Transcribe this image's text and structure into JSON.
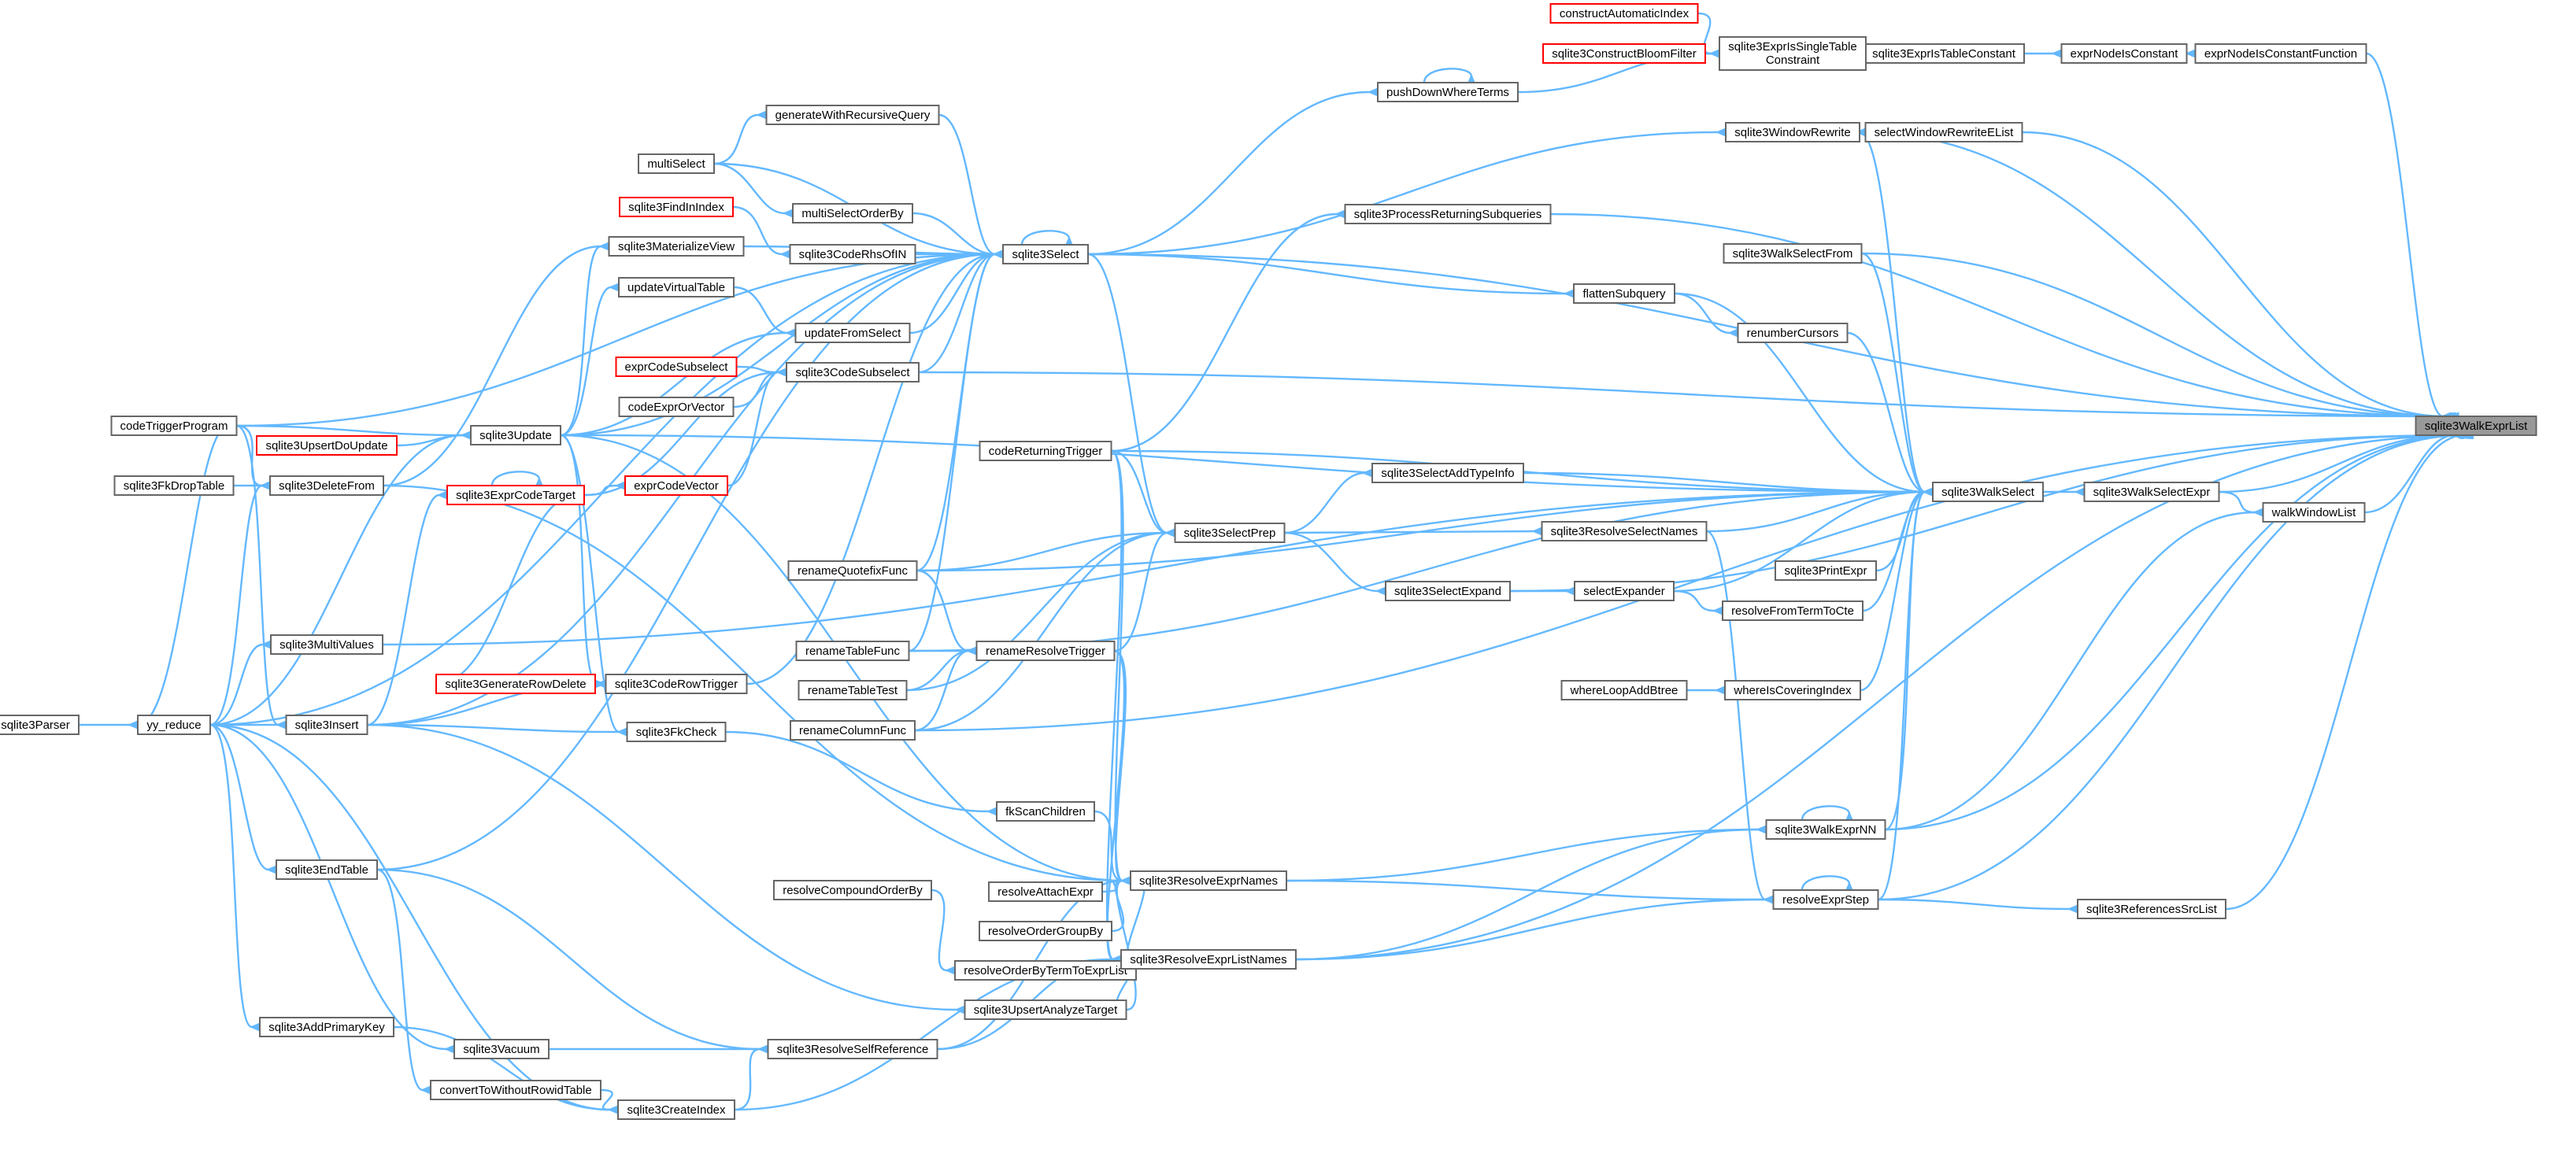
{
  "graph": {
    "root": "sqlite3WalkExprList",
    "colors": {
      "edge": "#63b8ff",
      "node_border": "#666666",
      "truncated_border": "#ff0000",
      "root_fill": "#999999"
    },
    "nodes": [
      {
        "id": "root",
        "label": "sqlite3WalkExprList",
        "kind": "root"
      },
      {
        "id": "exprNodeIsConstantFunction",
        "label": "exprNodeIsConstantFunction"
      },
      {
        "id": "exprNodeIsConstant",
        "label": "exprNodeIsConstant"
      },
      {
        "id": "sqlite3ExprIsTableConstant",
        "label": "sqlite3ExprIsTableConstant"
      },
      {
        "id": "sqlite3ExprIsSingleTableConstraint",
        "label": "sqlite3ExprIsSingleTable Constraint"
      },
      {
        "id": "constructAutomaticIndex",
        "label": "constructAutomaticIndex",
        "kind": "red"
      },
      {
        "id": "sqlite3ConstructBloomFilter",
        "label": "sqlite3ConstructBloomFilter",
        "kind": "red"
      },
      {
        "id": "pushDownWhereTerms",
        "label": "pushDownWhereTerms"
      },
      {
        "id": "sqlite3WindowRewrite",
        "label": "sqlite3WindowRewrite"
      },
      {
        "id": "selectWindowRewriteEList",
        "label": "selectWindowRewriteEList"
      },
      {
        "id": "generateWithRecursiveQuery",
        "label": "generateWithRecursiveQuery"
      },
      {
        "id": "multiSelect",
        "label": "multiSelect"
      },
      {
        "id": "sqlite3FindInIndex",
        "label": "sqlite3FindInIndex",
        "kind": "red"
      },
      {
        "id": "multiSelectOrderBy",
        "label": "multiSelectOrderBy"
      },
      {
        "id": "sqlite3CodeRhsOfIN",
        "label": "sqlite3CodeRhsOfIN"
      },
      {
        "id": "sqlite3Select",
        "label": "sqlite3Select"
      },
      {
        "id": "sqlite3ProcessReturningSubqueries",
        "label": "sqlite3ProcessReturningSubqueries"
      },
      {
        "id": "sqlite3MaterializeView",
        "label": "sqlite3MaterializeView"
      },
      {
        "id": "updateVirtualTable",
        "label": "updateVirtualTable"
      },
      {
        "id": "updateFromSelect",
        "label": "updateFromSelect"
      },
      {
        "id": "exprCodeSubselect",
        "label": "exprCodeSubselect",
        "kind": "red"
      },
      {
        "id": "sqlite3CodeSubselect",
        "label": "sqlite3CodeSubselect"
      },
      {
        "id": "codeExprOrVector",
        "label": "codeExprOrVector"
      },
      {
        "id": "codeTriggerProgram",
        "label": "codeTriggerProgram"
      },
      {
        "id": "sqlite3UpsertDoUpdate",
        "label": "sqlite3UpsertDoUpdate",
        "kind": "red"
      },
      {
        "id": "sqlite3Update",
        "label": "sqlite3Update"
      },
      {
        "id": "sqlite3FkDropTable",
        "label": "sqlite3FkDropTable"
      },
      {
        "id": "sqlite3DeleteFrom",
        "label": "sqlite3DeleteFrom"
      },
      {
        "id": "sqlite3ExprCodeTarget",
        "label": "sqlite3ExprCodeTarget",
        "kind": "red"
      },
      {
        "id": "exprCodeVector",
        "label": "exprCodeVector",
        "kind": "red"
      },
      {
        "id": "codeReturningTrigger",
        "label": "codeReturningTrigger"
      },
      {
        "id": "renameQuotefixFunc",
        "label": "renameQuotefixFunc"
      },
      {
        "id": "sqlite3MultiValues",
        "label": "sqlite3MultiValues"
      },
      {
        "id": "sqlite3GenerateRowDelete",
        "label": "sqlite3GenerateRowDelete",
        "kind": "red"
      },
      {
        "id": "sqlite3CodeRowTrigger",
        "label": "sqlite3CodeRowTrigger"
      },
      {
        "id": "sqlite3Parser",
        "label": "sqlite3Parser"
      },
      {
        "id": "yy_reduce",
        "label": "yy_reduce"
      },
      {
        "id": "sqlite3Insert",
        "label": "sqlite3Insert"
      },
      {
        "id": "sqlite3FkCheck",
        "label": "sqlite3FkCheck"
      },
      {
        "id": "renameTableFunc",
        "label": "renameTableFunc"
      },
      {
        "id": "renameTableTest",
        "label": "renameTableTest"
      },
      {
        "id": "renameResolveTrigger",
        "label": "renameResolveTrigger"
      },
      {
        "id": "renameColumnFunc",
        "label": "renameColumnFunc"
      },
      {
        "id": "sqlite3SelectPrep",
        "label": "sqlite3SelectPrep"
      },
      {
        "id": "sqlite3SelectAddTypeInfo",
        "label": "sqlite3SelectAddTypeInfo"
      },
      {
        "id": "sqlite3SelectExpand",
        "label": "sqlite3SelectExpand"
      },
      {
        "id": "sqlite3ResolveSelectNames",
        "label": "sqlite3ResolveSelectNames"
      },
      {
        "id": "selectExpander",
        "label": "selectExpander"
      },
      {
        "id": "resolveFromTermToCte",
        "label": "resolveFromTermToCte"
      },
      {
        "id": "sqlite3WalkSelectFrom",
        "label": "sqlite3WalkSelectFrom"
      },
      {
        "id": "flattenSubquery",
        "label": "flattenSubquery"
      },
      {
        "id": "renumberCursors",
        "label": "renumberCursors"
      },
      {
        "id": "sqlite3WalkSelect",
        "label": "sqlite3WalkSelect"
      },
      {
        "id": "sqlite3WalkSelectExpr",
        "label": "sqlite3WalkSelectExpr"
      },
      {
        "id": "walkWindowList",
        "label": "walkWindowList"
      },
      {
        "id": "sqlite3PrintExpr",
        "label": "sqlite3PrintExpr"
      },
      {
        "id": "whereLoopAddBtree",
        "label": "whereLoopAddBtree"
      },
      {
        "id": "whereIsCoveringIndex",
        "label": "whereIsCoveringIndex"
      },
      {
        "id": "fkScanChildren",
        "label": "fkScanChildren"
      },
      {
        "id": "sqlite3WalkExprNN",
        "label": "sqlite3WalkExprNN"
      },
      {
        "id": "resolveCompoundOrderBy",
        "label": "resolveCompoundOrderBy"
      },
      {
        "id": "resolveAttachExpr",
        "label": "resolveAttachExpr"
      },
      {
        "id": "sqlite3ResolveExprNames",
        "label": "sqlite3ResolveExprNames"
      },
      {
        "id": "resolveExprStep",
        "label": "resolveExprStep"
      },
      {
        "id": "sqlite3ReferencesSrcList",
        "label": "sqlite3ReferencesSrcList"
      },
      {
        "id": "resolveOrderGroupBy",
        "label": "resolveOrderGroupBy"
      },
      {
        "id": "resolveOrderByTermToExprList",
        "label": "resolveOrderByTermToExprList"
      },
      {
        "id": "sqlite3ResolveExprListNames",
        "label": "sqlite3ResolveExprListNames"
      },
      {
        "id": "sqlite3UpsertAnalyzeTarget",
        "label": "sqlite3UpsertAnalyzeTarget"
      },
      {
        "id": "sqlite3EndTable",
        "label": "sqlite3EndTable"
      },
      {
        "id": "sqlite3AddPrimaryKey",
        "label": "sqlite3AddPrimaryKey"
      },
      {
        "id": "sqlite3Vacuum",
        "label": "sqlite3Vacuum"
      },
      {
        "id": "sqlite3ResolveSelfReference",
        "label": "sqlite3ResolveSelfReference"
      },
      {
        "id": "convertToWithoutRowidTable",
        "label": "convertToWithoutRowidTable"
      },
      {
        "id": "sqlite3CreateIndex",
        "label": "sqlite3CreateIndex"
      }
    ]
  }
}
